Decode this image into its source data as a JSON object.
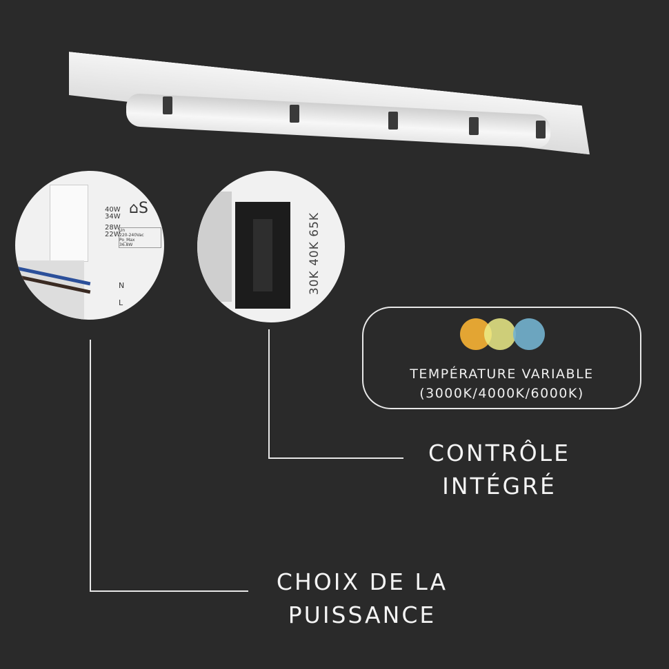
{
  "product_image": {
    "power_circle": {
      "watts": [
        "40W",
        "34W",
        "28W",
        "22W"
      ],
      "terminals": [
        "N",
        "L"
      ],
      "table_headers": [
        "Un",
        "Po_Max"
      ],
      "table_values": [
        "220-240Vac",
        "36.8W"
      ]
    },
    "cct_circle": {
      "switch_labels": [
        "30K",
        "40K",
        "65K"
      ]
    }
  },
  "badge": {
    "title": "TEMPÉRATURE VARIABLE",
    "subtitle": "(3000K/4000K/6000K)",
    "colors": [
      "#e3a533",
      "#dedc84",
      "#73b3cf"
    ]
  },
  "callouts": {
    "control_line1": "CONTRÔLE",
    "control_line2": "INTÉGRÉ",
    "power_line1": "CHOIX DE LA",
    "power_line2": "PUISSANCE"
  }
}
